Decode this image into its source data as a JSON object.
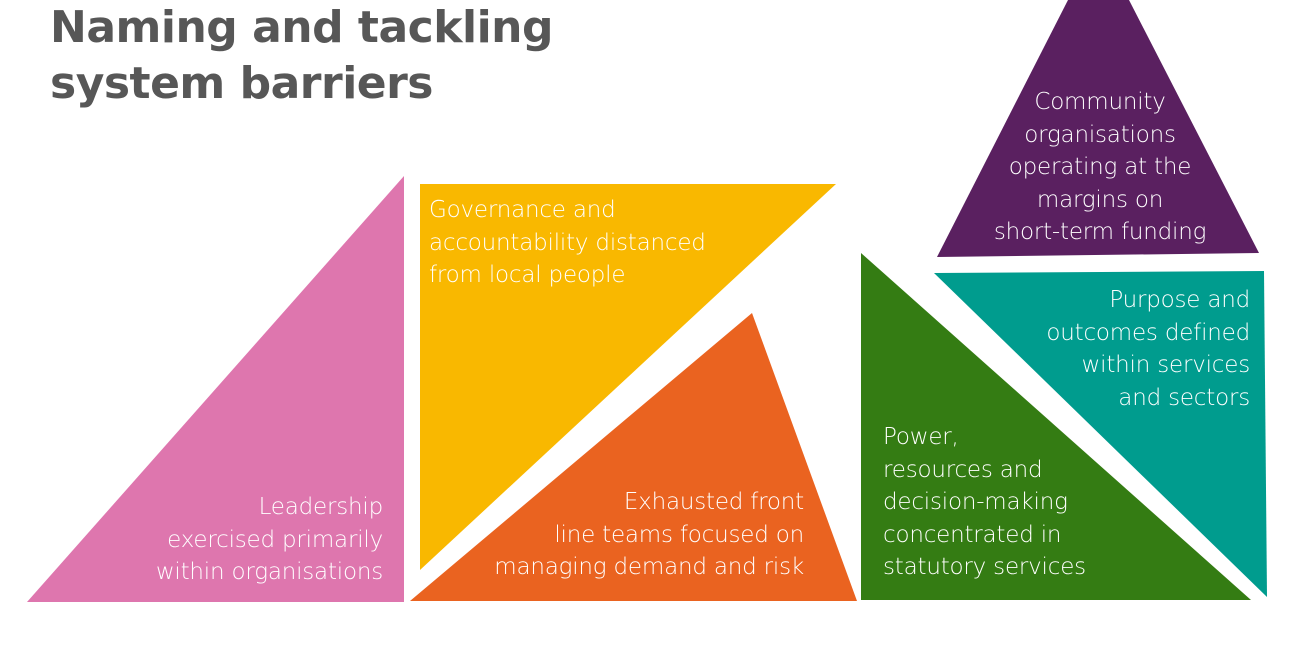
{
  "title": {
    "line1": "Naming and tackling",
    "line2": "system barriers"
  },
  "colors": {
    "title": "#575757",
    "pink": "#DE76AE",
    "yellow": "#F9B800",
    "orange": "#EA6320",
    "green": "#347C13",
    "teal": "#009C8E",
    "purple": "#5A2060"
  },
  "barriers": {
    "leadership": {
      "line1": "Leadership",
      "line2": "exercised primarily",
      "line3": "within organisations"
    },
    "governance": {
      "line1": "Governance and",
      "line2": "accountability distanced",
      "line3": "from local people"
    },
    "frontline": {
      "line1": "Exhausted front",
      "line2": "line teams focused on",
      "line3": "managing demand and risk"
    },
    "power": {
      "line1": "Power,",
      "line2": "resources and",
      "line3": "decision-making",
      "line4": "concentrated in",
      "line5": "statutory services"
    },
    "purpose": {
      "line1": "Purpose and",
      "line2": "outcomes defined",
      "line3": "within services",
      "line4": "and sectors"
    },
    "community": {
      "line1": "Community",
      "line2": "organisations",
      "line3": "operating at the",
      "line4": "margins on",
      "line5": "short-term funding"
    }
  }
}
